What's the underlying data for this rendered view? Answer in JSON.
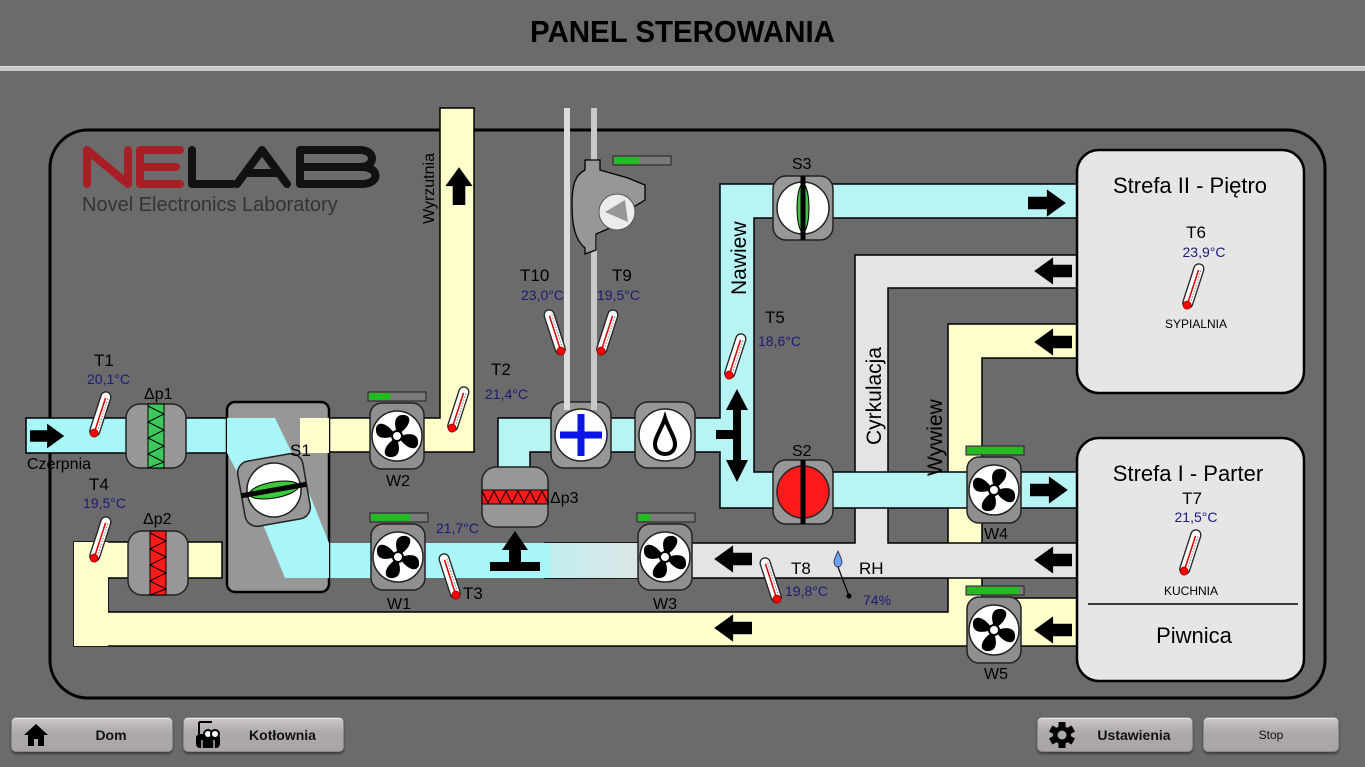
{
  "header": {
    "title": "PANEL STEROWANIA"
  },
  "logo": {
    "brand": "NELAB",
    "subtitle": "Novel Electronics Laboratory",
    "colors": {
      "red": "#a81e25",
      "black": "#111111"
    }
  },
  "ducts": {
    "intake_label": "Czerpnia",
    "exhaust_label": "Wyrzutnia",
    "supply_label": "Nawiew",
    "recirculation_label": "Cyrkulacja",
    "extract_label": "Wywiew",
    "colors": {
      "fresh": "#a8f4f6",
      "exhaust": "#ffffcc",
      "recirc": "#e4e4e4"
    }
  },
  "sensors": {
    "T1": {
      "label": "T1",
      "value": "20,1°C"
    },
    "T2": {
      "label": "T2",
      "value": "21,4°C"
    },
    "T3": {
      "label": "T3",
      "value": "21,7°C"
    },
    "T4": {
      "label": "T4",
      "value": "19,5°C"
    },
    "T5": {
      "label": "T5",
      "value": "18,6°C"
    },
    "T6": {
      "label": "T6",
      "value": "23,9°C",
      "room": "SYPIALNIA"
    },
    "T7": {
      "label": "T7",
      "value": "21,5°C",
      "room": "KUCHNIA"
    },
    "T8": {
      "label": "T8",
      "value": "19,8°C"
    },
    "T9": {
      "label": "T9",
      "value": "19,5°C"
    },
    "T10": {
      "label": "T10",
      "value": "23,0°C"
    },
    "RH": {
      "label": "RH",
      "value": "74%"
    }
  },
  "filters": {
    "dp1": {
      "label": "Δp1",
      "state_color": "#3cc85a"
    },
    "dp2": {
      "label": "Δp2",
      "state_color": "#ff1a1a"
    },
    "dp3": {
      "label": "Δp3",
      "state_color": "#ff1a1a"
    }
  },
  "dampers": {
    "S1": {
      "label": "S1",
      "state": "open",
      "color": "#3cc83c"
    },
    "S2": {
      "label": "S2",
      "state": "closed",
      "color": "#ff1a1a"
    },
    "S3": {
      "label": "S3",
      "state": "open",
      "color": "#3cc83c"
    }
  },
  "fans": {
    "W1": {
      "label": "W1",
      "level": 0.7
    },
    "W2": {
      "label": "W2",
      "level": 0.38
    },
    "W3": {
      "label": "W3",
      "level": 0.22
    },
    "W4": {
      "label": "W4",
      "level": 1.0
    },
    "W5": {
      "label": "W5",
      "level": 0.93
    }
  },
  "pump": {
    "level": 0.45
  },
  "zones": {
    "upper": {
      "title": "Strefa II - Piętro"
    },
    "ground": {
      "title": "Strefa I - Parter"
    },
    "basement": {
      "title": "Piwnica"
    }
  },
  "footer": {
    "home": "Dom",
    "boiler_room": "Kotłownia",
    "settings": "Ustawienia",
    "stop": "Stop"
  },
  "colors": {
    "level_bar": "#22bb22",
    "value_text": "#1a1a7a"
  }
}
